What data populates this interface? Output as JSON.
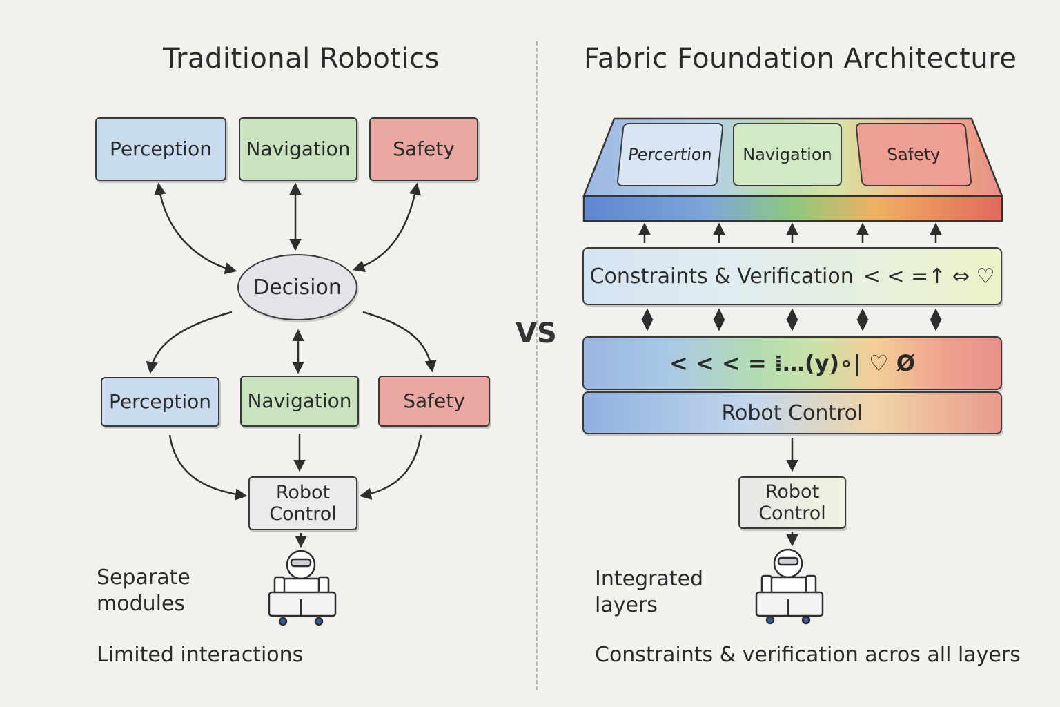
{
  "left": {
    "title": "Traditional Robotics",
    "top_modules": [
      "Perception",
      "Navigation",
      "Safety"
    ],
    "decision": "Decision",
    "bottom_modules": [
      "Perception",
      "Navigation",
      "Safety"
    ],
    "robot_control": "Robot Control",
    "note_modules": "Separate modules",
    "note_interactions": "Limited interactions"
  },
  "vs": "VS",
  "right": {
    "title": "Fabric Foundation Architecture",
    "platform_tiles": [
      "Percertion",
      "Navigation",
      "Safety"
    ],
    "constraints_layer": "Constraints & Verification",
    "constraints_symbols": "< < =↑ ⇔ ♡",
    "symbol_layer": "< < < = ⁞…(y)∘| ♡ Ø",
    "control_layer": "Robot Control",
    "robot_control": "Robot Control",
    "note_layers": "Integrated layers",
    "note_verification": "Constraints & verification acros all layers"
  },
  "colors": {
    "blue": "#c9dcef",
    "green": "#c8e3bd",
    "red": "#eba8a2",
    "ink": "#2a2a2a"
  }
}
